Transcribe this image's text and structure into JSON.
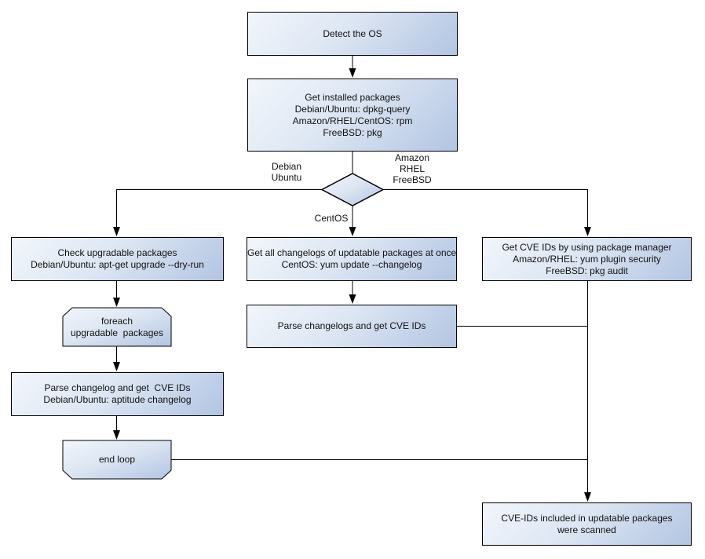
{
  "colors": {
    "node_fill_light": "#f2f6fc",
    "node_fill_dark": "#b2c5e2",
    "border": "#000000",
    "background": "#ffffff",
    "text": "#111111"
  },
  "nodes": {
    "detect_os": {
      "lines": [
        "Detect the OS"
      ]
    },
    "get_installed_packages": {
      "lines": [
        "Get installed packages",
        "Debian/Ubuntu: dpkg-query",
        "Amazon/RHEL/CentOS: rpm",
        "FreeBSD: pkg"
      ]
    },
    "check_upgradable": {
      "lines": [
        "Check upgradable packages",
        "Debian/Ubuntu: apt-get upgrade --dry-run"
      ]
    },
    "foreach_loop": {
      "lines": [
        "foreach",
        "upgradable  packages"
      ]
    },
    "parse_changelog_debian": {
      "lines": [
        "Parse changelog and get  CVE IDs",
        "Debian/Ubuntu: aptitude changelog"
      ]
    },
    "end_loop": {
      "lines": [
        "end loop"
      ]
    },
    "get_all_changelogs": {
      "lines": [
        "Get all changelogs of updatable packages at once",
        "CentOS: yum update --changelog"
      ]
    },
    "parse_changelogs_centos": {
      "lines": [
        "Parse changelogs and get CVE IDs"
      ]
    },
    "get_cve_ids_pkg_manager": {
      "lines": [
        "Get CVE IDs by using package manager",
        "Amazon/RHEL: yum plugin security",
        "FreeBSD: pkg audit"
      ]
    },
    "scanned_result": {
      "lines": [
        "CVE-IDs included in updatable packages",
        "were scanned"
      ]
    }
  },
  "edge_labels": {
    "debian_ubuntu": {
      "lines": [
        "Debian",
        "Ubuntu"
      ]
    },
    "amazon_rhel_freebsd": {
      "lines": [
        "Amazon",
        "RHEL",
        "FreeBSD"
      ]
    },
    "centos": {
      "lines": [
        "CentOS"
      ]
    }
  }
}
